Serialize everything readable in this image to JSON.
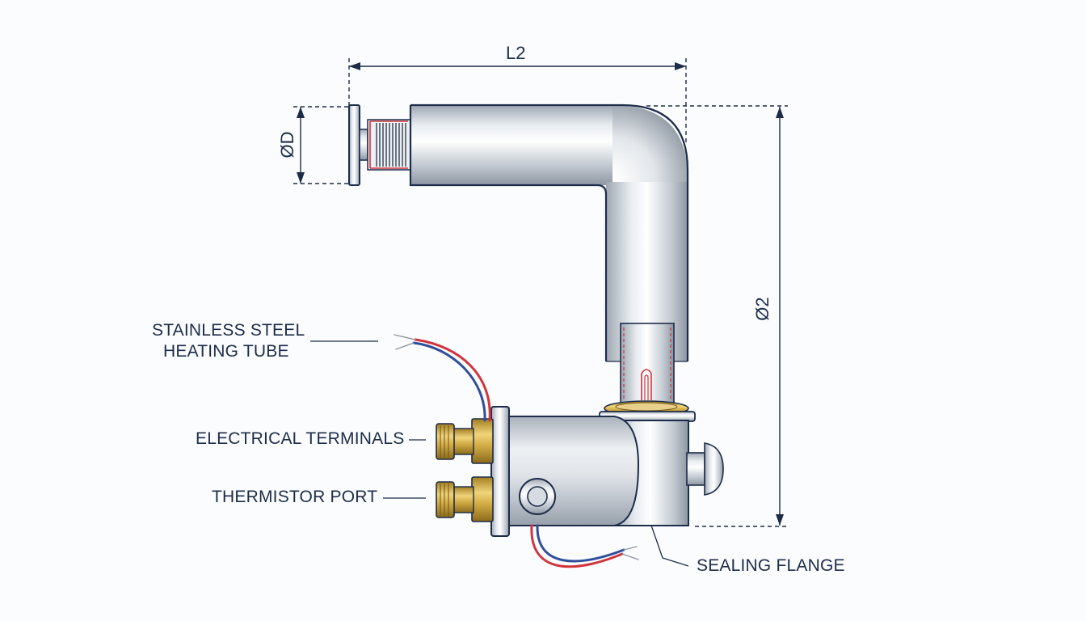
{
  "dimensions": {
    "length_label": "L2",
    "diameter_label": "ØD",
    "height_label": "Ø2"
  },
  "callouts": {
    "heating_tube_line1": "STAINLESS STEEL",
    "heating_tube_line2": "HEATING TUBE",
    "electrical_terminals": "ELECTRICAL TERMINALS",
    "thermistor_port": "THERMISTOR PORT",
    "sealing_flange": "SEALING FLANGE"
  },
  "colors": {
    "outline": "#1d2c4a",
    "steel_light": "#e9edf1",
    "steel_mid": "#c3cad2",
    "steel_dark": "#8d96a1",
    "brass": "#c9a43c",
    "wire_red": "#d0343c",
    "wire_blue": "#2f4f9c"
  }
}
